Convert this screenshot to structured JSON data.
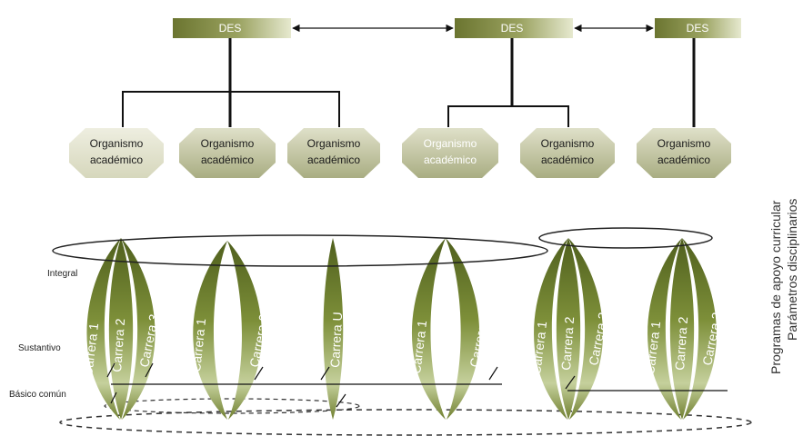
{
  "colors": {
    "des_dark": "#6b7530",
    "des_light": "#e6e9cf",
    "org_dark": "#a9ad82",
    "org_light": "#dfe0c9",
    "petal_dark": "#4f5f1d",
    "petal_mid": "#7d8f39",
    "petal_light": "#c5d09c"
  },
  "des_boxes": [
    {
      "label": "DES"
    },
    {
      "label": "DES"
    },
    {
      "label": "DES"
    }
  ],
  "organisms": [
    {
      "line1": "Organismo",
      "line2": "académico"
    },
    {
      "line1": "Organismo",
      "line2": "académico"
    },
    {
      "line1": "Organismo",
      "line2": "académico"
    },
    {
      "line1": "Organismo",
      "line2": "académico"
    },
    {
      "line1": "Organismo",
      "line2": "académico"
    },
    {
      "line1": "Organismo",
      "line2": "académico"
    }
  ],
  "levels": {
    "integral": "Integral",
    "sustantivo": "Sustantivo",
    "basico": "Básico común"
  },
  "carreras": {
    "c1": "Carrera 1",
    "c2": "Carrera 2",
    "c3": "Carrera 3",
    "cu": "Carrera U"
  },
  "side_labels": {
    "line1": "Programas de apoyo curricular",
    "line2": "Parámetros disciplinarios"
  }
}
